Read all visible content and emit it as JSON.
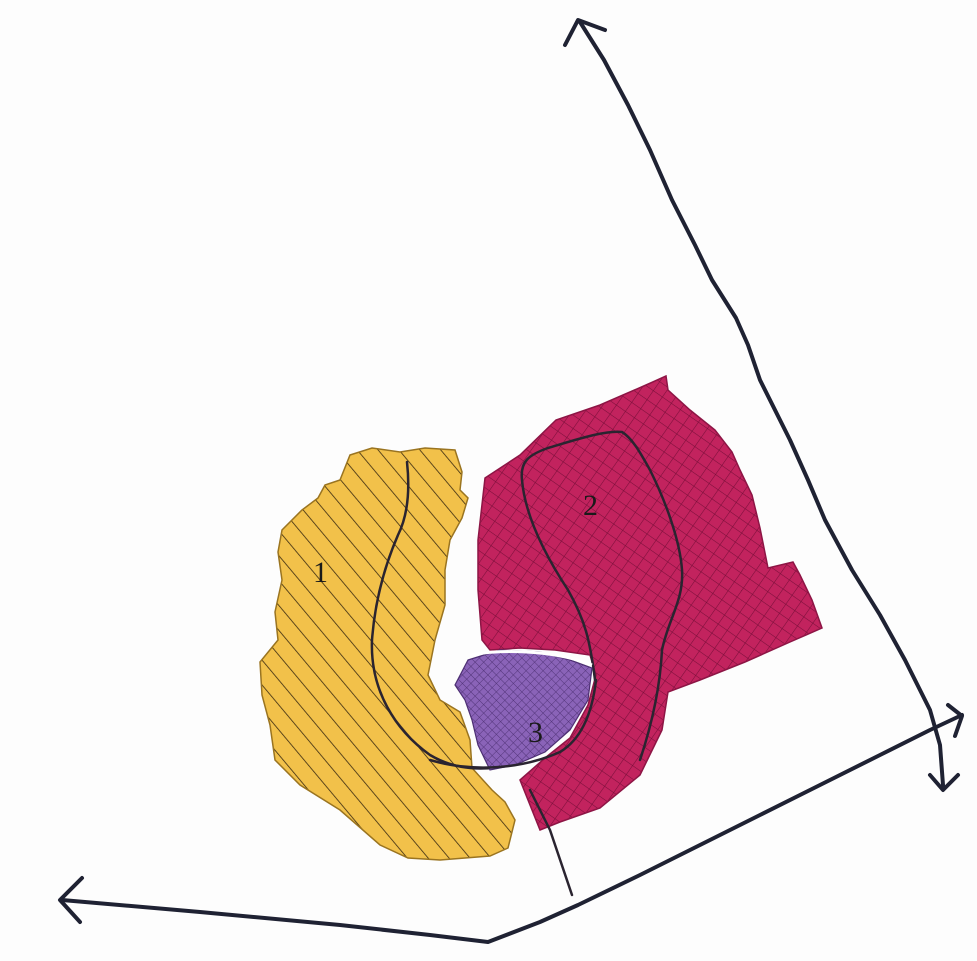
{
  "regions": [
    {
      "id": "1",
      "label": "1",
      "color": "#f2c14a",
      "hatch": "diagonal-lines"
    },
    {
      "id": "2",
      "label": "2",
      "color": "#c2235e",
      "hatch": "cross-hatch"
    },
    {
      "id": "3",
      "label": "3",
      "color": "#8a63b8",
      "hatch": "fine-cross-hatch"
    }
  ],
  "colors": {
    "ink": "#1f2233",
    "background": "#fdfdfd"
  }
}
